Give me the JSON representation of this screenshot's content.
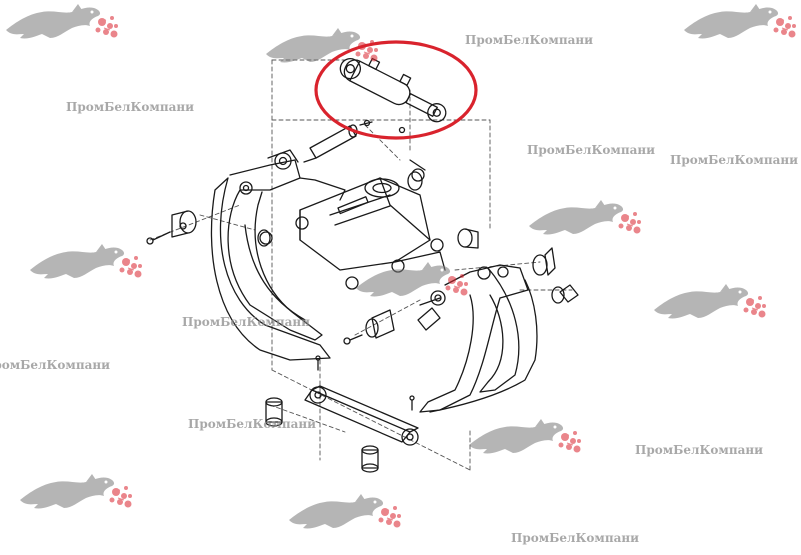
{
  "watermark": {
    "company_name": "ПромБелКомпани",
    "accent_color": "#d9232d",
    "logo_icon": "panther-logo-icon"
  },
  "drawing": {
    "line_color": "#1a1a1a",
    "highlight": {
      "shape": "ellipse",
      "color": "#d9232d",
      "target": "hydraulic-cylinder"
    },
    "parts": [
      "hydraulic-cylinder",
      "cylinder-pin",
      "rotator-head-frame",
      "left-grab-jaw",
      "right-grab-jaw",
      "bushing",
      "pin",
      "bolt",
      "link-arm"
    ]
  }
}
